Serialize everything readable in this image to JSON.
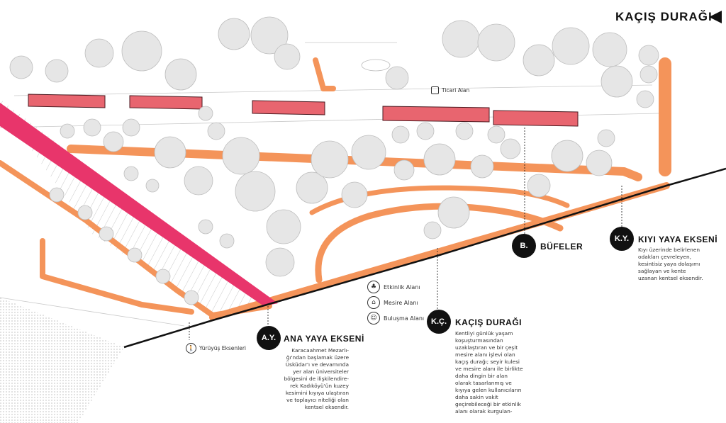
{
  "title": "KAÇIŞ DURAĞI",
  "colors": {
    "walkway": "#f4945a",
    "main_axis": "#e8356b",
    "kiosk": "#e8656f",
    "tree": "#e6e6e6",
    "outline": "#111111"
  },
  "labels": {
    "ticari_alan": "Ticari Alan",
    "yuruyus": "Yürüyüş Eksenleri"
  },
  "legend": [
    {
      "icon": "event-icon",
      "label": "Etkinlik Alanı"
    },
    {
      "icon": "picnic-icon",
      "label": "Mesire Alanı"
    },
    {
      "icon": "meeting-icon",
      "label": "Buluşma Alanı"
    }
  ],
  "sections": {
    "ay": {
      "badge": "A.Y.",
      "title": "ANA YAYA EKSENİ",
      "lines": [
        "Karacaahmet Mezarlı-",
        "ğı'ndan başlamak üzere",
        "Üsküdar'ı ve devamında",
        "yer alan üniversiteler",
        "bölgesini de ilişkilendire-",
        "rek Kadıköyü'ün kuzey",
        "kesimini kıyıya ulaştıran",
        "ve toplayıcı niteliği olan",
        "kentsel eksendir."
      ]
    },
    "kc": {
      "badge": "K.Ç.",
      "title": "KAÇIŞ DURAĞI",
      "lines": [
        "Kentliyi günlük yaşam",
        "koşuşturmasından",
        "uzaklaştıran ve bir çeşit",
        "mesire alanı işlevi olan",
        "kaçış durağı; seyir kulesi",
        "ve mesire alanı ile birlikte",
        "daha dingin bir alan",
        "olarak tasarlanmış ve",
        "kıyıya gelen kullanıcıların",
        "daha sakin vakit",
        "geçirebileceği bir etkinlik",
        "alanı olarak kurgulan-"
      ]
    },
    "b": {
      "badge": "B.",
      "title": "BÜFELER"
    },
    "ky": {
      "badge": "K.Y.",
      "title": "KIYI YAYA EKSENİ",
      "lines": [
        "Kıyı üzerinde belirlenen",
        "odakları çevreleyen,",
        "kesintisiz yaya dolaşımı",
        "sağlayan ve kente",
        "uzanan kentsel eksendir."
      ]
    }
  }
}
